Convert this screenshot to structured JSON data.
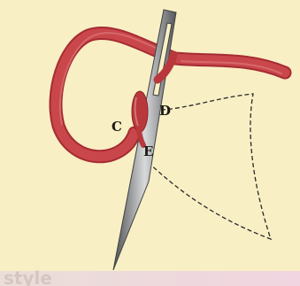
{
  "diagram": {
    "points": {
      "c": "C",
      "d": "D",
      "e": "E"
    },
    "watermark": "style"
  },
  "colors": {
    "background": "#f8efc4",
    "thread": "#b8383c",
    "needle": "#6f7173",
    "stitch_guide": "#2a2a2a"
  }
}
